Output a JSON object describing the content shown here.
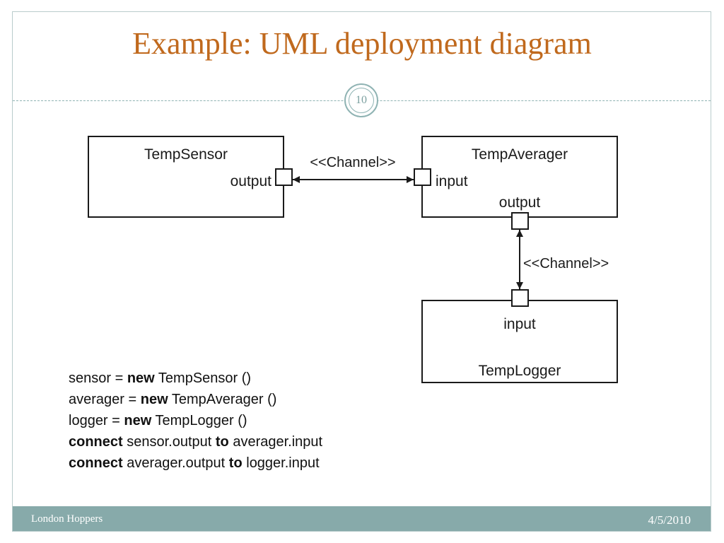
{
  "slide": {
    "title": "Example: UML deployment diagram",
    "page_number": "10"
  },
  "diagram": {
    "nodes": {
      "temp_sensor": {
        "name": "TempSensor",
        "port_label": "output"
      },
      "temp_averager": {
        "name": "TempAverager",
        "input_label": "input",
        "output_label": "output"
      },
      "temp_logger": {
        "name": "TempLogger",
        "input_label": "input"
      }
    },
    "channels": [
      {
        "label": "<<Channel>>"
      },
      {
        "label": "<<Channel>>"
      }
    ]
  },
  "code": {
    "line1": {
      "pre": "sensor = ",
      "kw": "new",
      "post": " TempSensor ()"
    },
    "line2": {
      "pre": "averager = ",
      "kw": "new",
      "post": " TempAverager ()"
    },
    "line3": {
      "pre": "logger = ",
      "kw": "new",
      "post": " TempLogger ()"
    },
    "line4": {
      "kw1": "connect",
      "mid": " sensor.output ",
      "kw2": "to",
      "post": " averager.input"
    },
    "line5": {
      "kw1": "connect",
      "mid": " averager.output ",
      "kw2": "to",
      "post": " logger.input"
    }
  },
  "footer": {
    "left": "London Hoppers",
    "right": "4/5/2010"
  }
}
